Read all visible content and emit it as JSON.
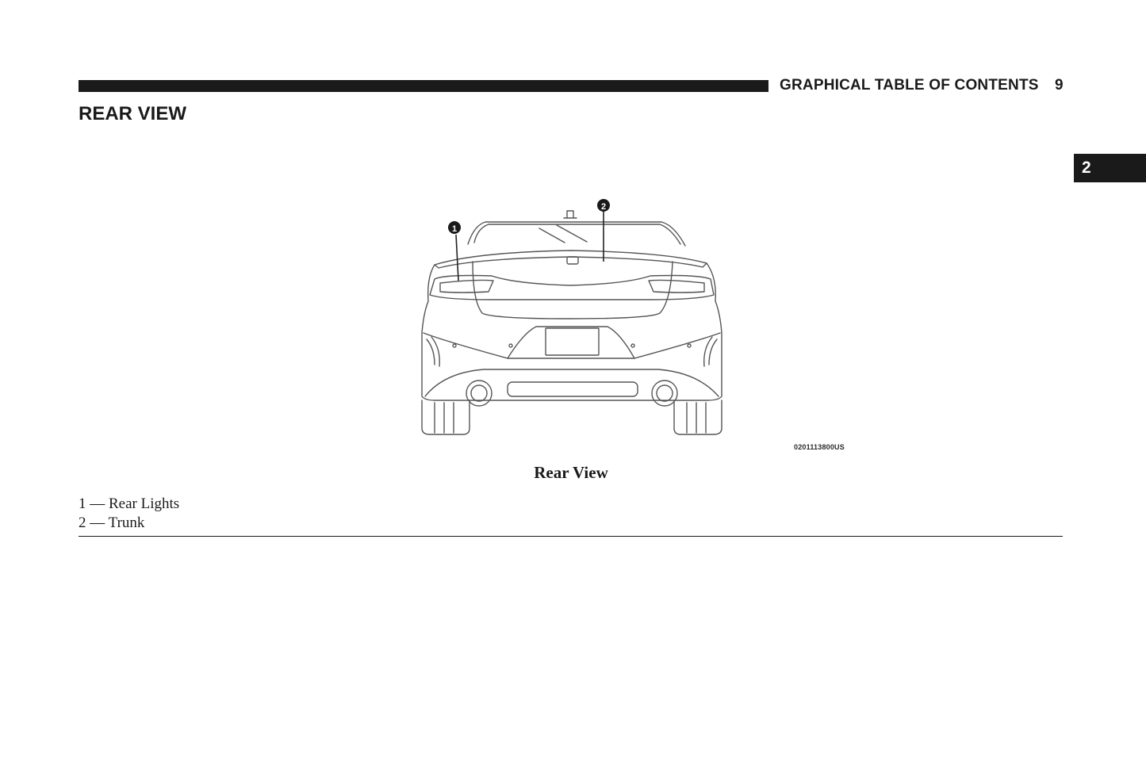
{
  "header": {
    "section_title": "GRAPHICAL TABLE OF CONTENTS",
    "page_number": "9"
  },
  "page": {
    "title": "REAR VIEW"
  },
  "chapter_tab": {
    "number": "2"
  },
  "figure": {
    "callouts": [
      "1",
      "2"
    ],
    "image_code": "0201113800US",
    "caption": "Rear View"
  },
  "legend": {
    "items": [
      "1 — Rear Lights",
      "2 — Trunk"
    ]
  },
  "colors": {
    "text": "#1a1a1a",
    "line_art": "#555555",
    "tab_background": "#1a1a1a"
  }
}
